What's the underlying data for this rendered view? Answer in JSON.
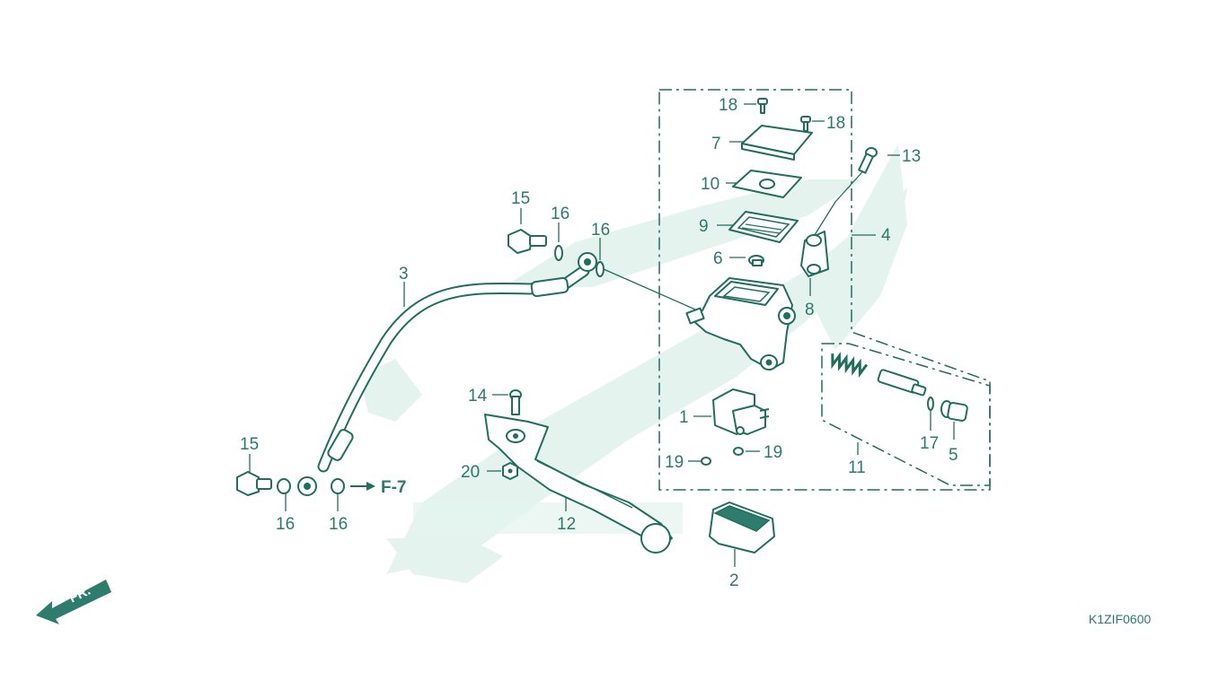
{
  "diagram": {
    "figure_code": "K1ZIF0600",
    "direction_label": "FR.",
    "reference_label": "F-7",
    "callouts": [
      {
        "id": "c18a",
        "text": "18"
      },
      {
        "id": "c18b",
        "text": "18"
      },
      {
        "id": "c7",
        "text": "7"
      },
      {
        "id": "c13",
        "text": "13"
      },
      {
        "id": "c10",
        "text": "10"
      },
      {
        "id": "c9",
        "text": "9"
      },
      {
        "id": "c4",
        "text": "4"
      },
      {
        "id": "c6",
        "text": "6"
      },
      {
        "id": "c8",
        "text": "8"
      },
      {
        "id": "c15a",
        "text": "15"
      },
      {
        "id": "c16a",
        "text": "16"
      },
      {
        "id": "c16b",
        "text": "16"
      },
      {
        "id": "c3",
        "text": "3"
      },
      {
        "id": "c14",
        "text": "14"
      },
      {
        "id": "c1",
        "text": "1"
      },
      {
        "id": "c11",
        "text": "11"
      },
      {
        "id": "c17",
        "text": "17"
      },
      {
        "id": "c5",
        "text": "5"
      },
      {
        "id": "c19a",
        "text": "19"
      },
      {
        "id": "c19b",
        "text": "19"
      },
      {
        "id": "c20",
        "text": "20"
      },
      {
        "id": "c15b",
        "text": "15"
      },
      {
        "id": "c16c",
        "text": "16"
      },
      {
        "id": "c16d",
        "text": "16"
      },
      {
        "id": "c12",
        "text": "12"
      },
      {
        "id": "c2",
        "text": "2"
      }
    ]
  },
  "colors": {
    "accent": "#2b7a6a",
    "watermark": "#e4f3ee"
  }
}
